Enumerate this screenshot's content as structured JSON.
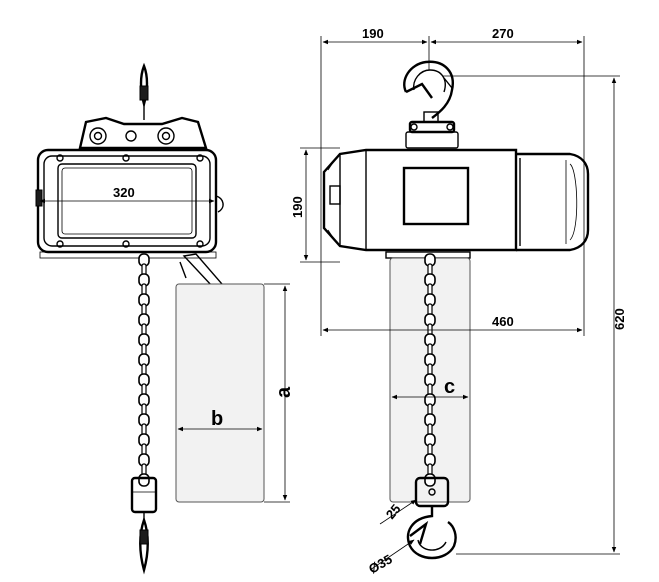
{
  "dimensions": {
    "top_left": "190",
    "top_right": "270",
    "body_width": "320",
    "body_height": "190",
    "overall_length": "460",
    "overall_height": "620",
    "hook_throat": "25",
    "hook_diameter": "Ø35",
    "bag_width": "b",
    "bag_height": "a",
    "chain_offset": "c"
  }
}
